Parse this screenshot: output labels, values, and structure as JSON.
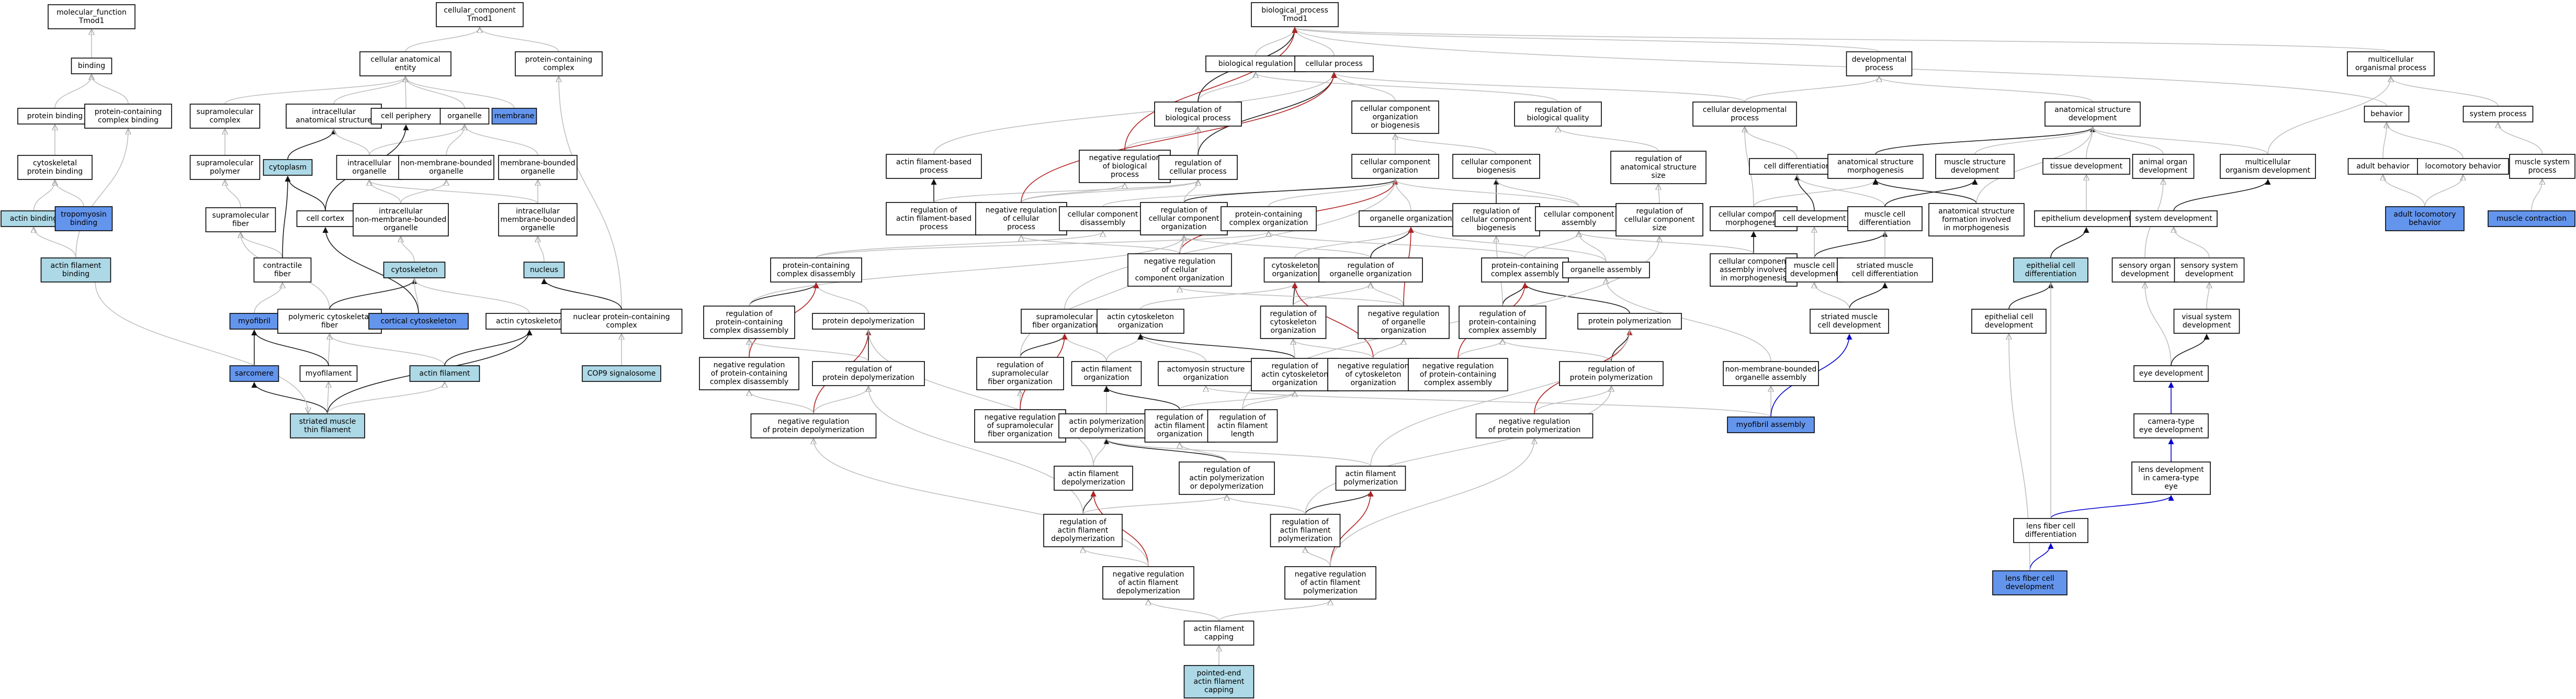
{
  "colors": {
    "default_fill": "#ffffff",
    "light_fill": "#add8e6",
    "highlight_fill": "#6495ed",
    "is_a_edge": "#c0c0c0",
    "part_of_edge": "#1e1e1e",
    "positively_regulates_edge": "#0000cd",
    "negatively_regulates_edge": "#b22222"
  },
  "nodes": {
    "mf": "molecular_function\nTmod1",
    "binding": "binding",
    "protein_binding": "protein binding",
    "pcc_binding": "protein-containing\ncomplex binding",
    "cyto_prot_binding": "cytoskeletal\nprotein binding",
    "actin_binding": "actin binding",
    "trop_binding": "tropomyosin\nbinding",
    "af_binding": "actin filament\nbinding",
    "cc": "cellular_component\nTmod1",
    "cae": "cellular anatomical\nentity",
    "pcc": "protein-containing\ncomplex",
    "supra_complex": "supramolecular\ncomplex",
    "ias": "intracellular\nanatomical structure",
    "cell_periphery": "cell periphery",
    "organelle": "organelle",
    "membrane": "membrane",
    "supra_polymer": "supramolecular\npolymer",
    "cytoplasm": "cytoplasm",
    "intra_org": "intracellular\norganelle",
    "nmb_org": "non-membrane-bounded\norganelle",
    "mb_org": "membrane-bounded\norganelle",
    "supra_fiber": "supramolecular\nfiber",
    "cell_cortex": "cell cortex",
    "intra_nmb_org": "intracellular\nnon-membrane-bounded\norganelle",
    "intra_mb_org": "intracellular\nmembrane-bounded\norganelle",
    "contractile_fiber": "contractile\nfiber",
    "cytoskeleton": "cytoskeleton",
    "nucleus": "nucleus",
    "myofibril": "myofibril",
    "poly_cyto_fiber": "polymeric cytoskeletal\nfiber",
    "cortical_cyto": "cortical cytoskeleton",
    "actin_cyto": "actin cytoskeleton",
    "nuc_pcc": "nuclear protein-containing\ncomplex",
    "sarcomere": "sarcomere",
    "myofilament": "myofilament",
    "actin_filament": "actin filament",
    "cop9": "COP9 signalosome",
    "thin_filament": "striated muscle\nthin filament",
    "bp": "biological_process\nTmod1",
    "bio_reg": "biological regulation",
    "cell_process": "cellular process",
    "developmental": "developmental\nprocess",
    "multicellular": "multicellular\norganismal process",
    "reg_bio_process": "regulation of\nbiological process",
    "cco_biogenesis": "cellular component\norganization\nor biogenesis",
    "reg_bio_quality": "regulation of\nbiological quality",
    "cell_dev_process": "cellular developmental\nprocess",
    "anat_struct_dev": "anatomical structure\ndevelopment",
    "behavior": "behavior",
    "system_process": "system process",
    "afbp": "actin filament-based\nprocess",
    "neg_reg_bio": "negative regulation\nof biological\nprocess",
    "reg_cell_process": "regulation of\ncellular process",
    "cco": "cellular component\norganization",
    "ccb": "cellular component\nbiogenesis",
    "reg_anat_size": "regulation of\nanatomical structure\nsize",
    "cell_diff": "cell differentiation",
    "asm": "anatomical structure\nmorphogenesis",
    "msd": "muscle structure\ndevelopment",
    "tissue_dev": "tissue development",
    "animal_organ_dev": "animal organ\ndevelopment",
    "mod": "multicellular\norganism development",
    "adult_behavior": "adult behavior",
    "locomotory_behavior": "locomotory behavior",
    "muscle_sys": "muscle system\nprocess",
    "reg_afbp": "regulation of\nactin filament-based\nprocess",
    "neg_reg_cell": "negative regulation\nof cellular\nprocess",
    "cc_disassembly": "cellular component\ndisassembly",
    "reg_cco": "regulation of\ncellular component\norganization",
    "pcc_org": "protein-containing\ncomplex organization",
    "org_org": "organelle organization",
    "reg_ccb": "regulation of\ncellular component\nbiogenesis",
    "cca": "cellular component\nassembly",
    "reg_cc_size": "regulation of\ncellular component\nsize",
    "ccm": "cellular component\nmorphogenesis",
    "cell_dev": "cell development",
    "mcd": "muscle cell\ndifferentiation",
    "asf_morph": "anatomical structure\nformation involved\nin morphogenesis",
    "epi_dev": "epithelium development",
    "sys_dev": "system development",
    "adult_loco": "adult locomotory\nbehavior",
    "muscle_contraction": "muscle contraction",
    "pcc_disassembly": "protein-containing\ncomplex disassembly",
    "neg_reg_cco": "negative regulation\nof cellular\ncomponent organization",
    "cyto_org": "cytoskeleton\norganization",
    "reg_org_org": "regulation of\norganelle organization",
    "pcc_assembly": "protein-containing\ncomplex assembly",
    "org_assembly": "organelle assembly",
    "cca_morph": "cellular component\nassembly involved\nin morphogenesis",
    "mcdev": "muscle cell\ndevelopment",
    "smcd": "striated muscle\ncell differentiation",
    "epi_cell_diff": "epithelial cell\ndifferentiation",
    "sens_organ_dev": "sensory organ\ndevelopment",
    "sens_sys_dev": "sensory system\ndevelopment",
    "reg_pcc_dis": "regulation of\nprotein-containing\ncomplex disassembly",
    "prot_depoly": "protein depolymerization",
    "reg_cyto_org": "regulation of\ncytoskeleton\norganization",
    "neg_reg_org_org": "negative regulation\nof organelle\norganization",
    "reg_pcc_assembly": "regulation of\nprotein-containing\ncomplex assembly",
    "prot_poly": "protein polymerization",
    "smcdev": "striated muscle\ncell development",
    "epi_cell_dev": "epithelial cell\ndevelopment",
    "visual_sys_dev": "visual system\ndevelopment",
    "supra_fiber_org": "supramolecular\nfiber organization",
    "actin_cyto_org": "actin cytoskeleton\norganization",
    "neg_reg_pcc_dis": "negative regulation\nof protein-containing\ncomplex disassembly",
    "reg_prot_depoly": "regulation of\nprotein depolymerization",
    "reg_supra_fiber_org": "regulation of\nsupramolecular\nfiber organization",
    "af_org": "actin filament\norganization",
    "actomyosin_org": "actomyosin structure\norganization",
    "reg_actin_cyto_org": "regulation of\nactin cytoskeleton\norganization",
    "neg_reg_cyto_org": "negative regulation\nof cytoskeleton\norganization",
    "neg_reg_pcc_assembly": "negative regulation\nof protein-containing\ncomplex assembly",
    "reg_prot_poly": "regulation of\nprotein polymerization",
    "nmb_org_assembly": "non-membrane-bounded\norganelle assembly",
    "myofibril_assembly": "myofibril assembly",
    "eye_dev": "eye development",
    "neg_reg_prot_depoly": "negative regulation\nof protein depolymerization",
    "neg_reg_supra_fiber_org": "negative regulation\nof supramolecular\nfiber organization",
    "ap_or_dp": "actin polymerization\nor depolymerization",
    "reg_af_org": "regulation of\nactin filament\norganization",
    "reg_af_length": "regulation of\nactin filament\nlength",
    "neg_reg_prot_poly": "negative regulation\nof protein polymerization",
    "camera_eye_dev": "camera-type\neye development",
    "af_depoly": "actin filament\ndepolymerization",
    "reg_ap_or_dp": "regulation of\nactin polymerization\nor depolymerization",
    "af_poly": "actin filament\npolymerization",
    "lens_dev": "lens development\nin camera-type\neye",
    "reg_af_depoly": "regulation of\nactin filament\ndepolymerization",
    "reg_af_poly": "regulation of\nactin filament\npolymerization",
    "lens_fiber_diff": "lens fiber cell\ndifferentiation",
    "neg_reg_af_depoly": "negative regulation\nof actin filament\ndepolymerization",
    "neg_reg_af_poly": "negative regulation\nof actin filament\npolymerization",
    "lens_fiber_dev": "lens fiber cell\ndevelopment",
    "af_capping": "actin filament\ncapping",
    "pointed_end": "pointed-end\nactin filament\ncapping"
  }
}
